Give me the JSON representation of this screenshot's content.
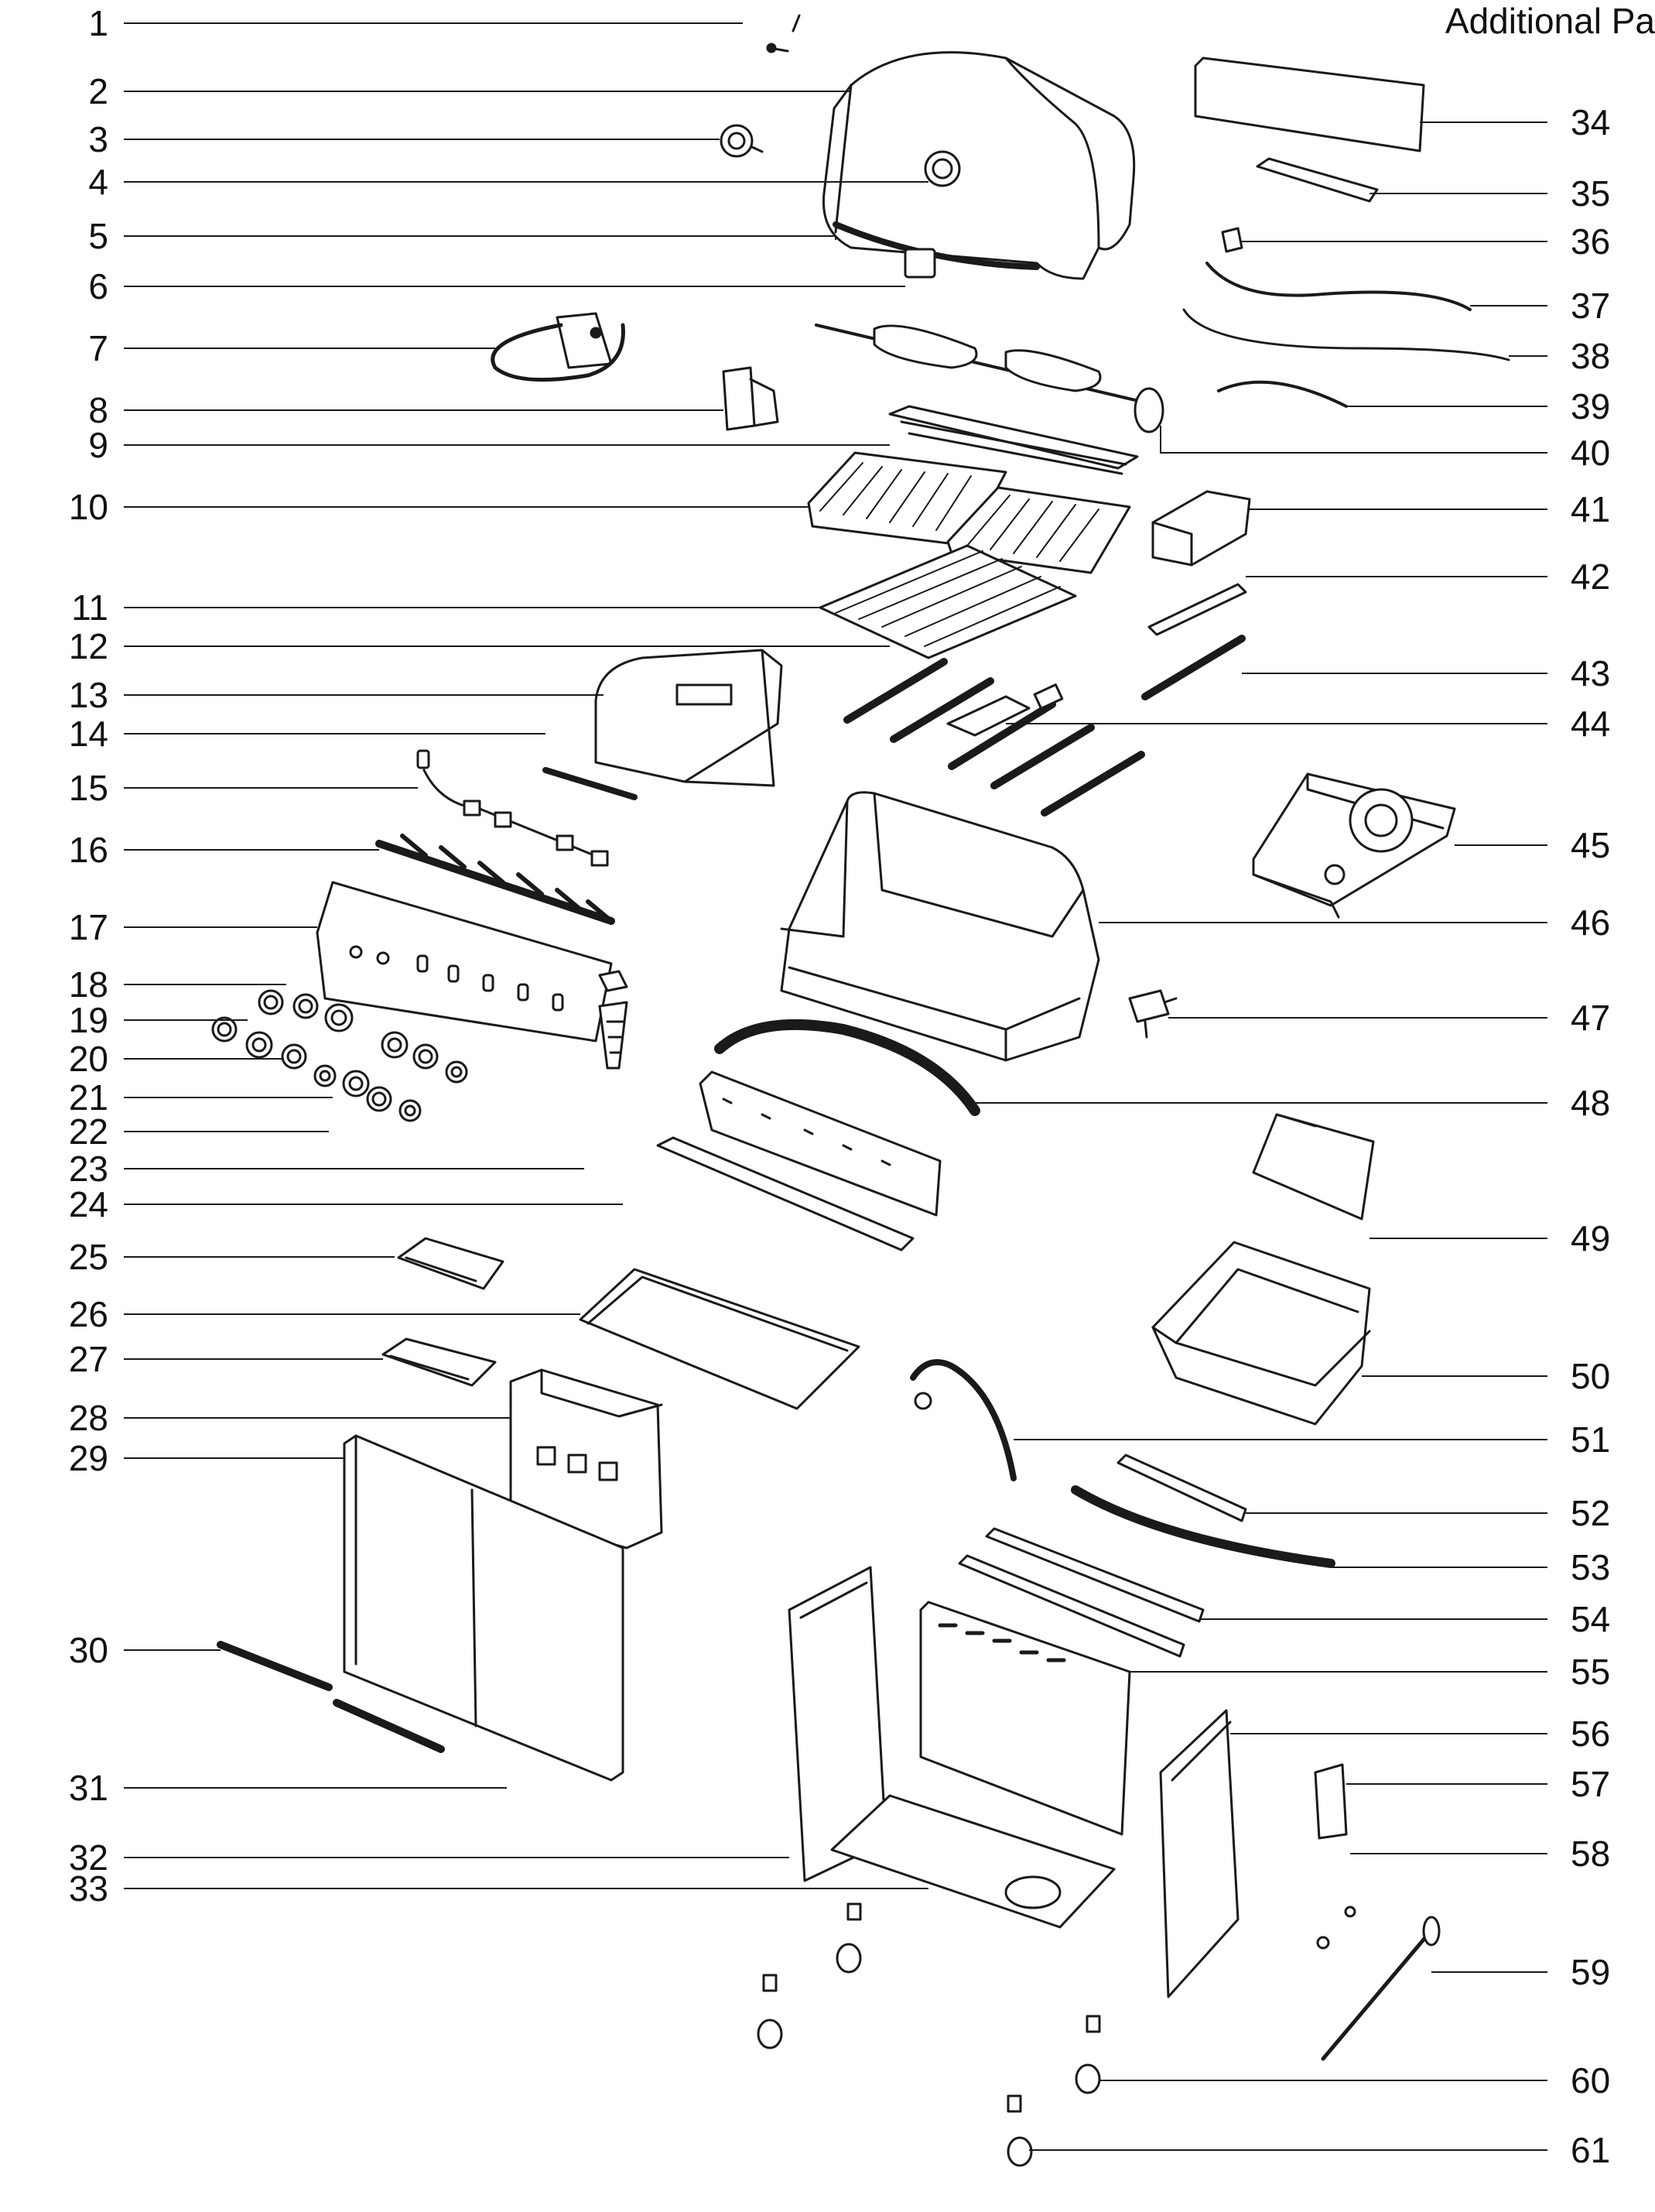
{
  "header": {
    "title": "Additional Pa"
  },
  "diagram": {
    "type": "exploded-parts-diagram",
    "line_color": "#1a1a1a",
    "part_fill": "#ffffff",
    "callouts_left": [
      "1",
      "2",
      "3",
      "4",
      "5",
      "6",
      "7",
      "8",
      "9",
      "10",
      "11",
      "12",
      "13",
      "14",
      "15",
      "16",
      "17",
      "18",
      "19",
      "20",
      "21",
      "22",
      "23",
      "24",
      "25",
      "26",
      "27",
      "28",
      "29",
      "30",
      "31",
      "32",
      "33"
    ],
    "callouts_right": [
      "34",
      "35",
      "36",
      "37",
      "38",
      "39",
      "40",
      "41",
      "42",
      "43",
      "44",
      "45",
      "46",
      "47",
      "48",
      "49",
      "50",
      "51",
      "52",
      "53",
      "54",
      "55",
      "56",
      "57",
      "58",
      "59",
      "60",
      "61"
    ]
  }
}
